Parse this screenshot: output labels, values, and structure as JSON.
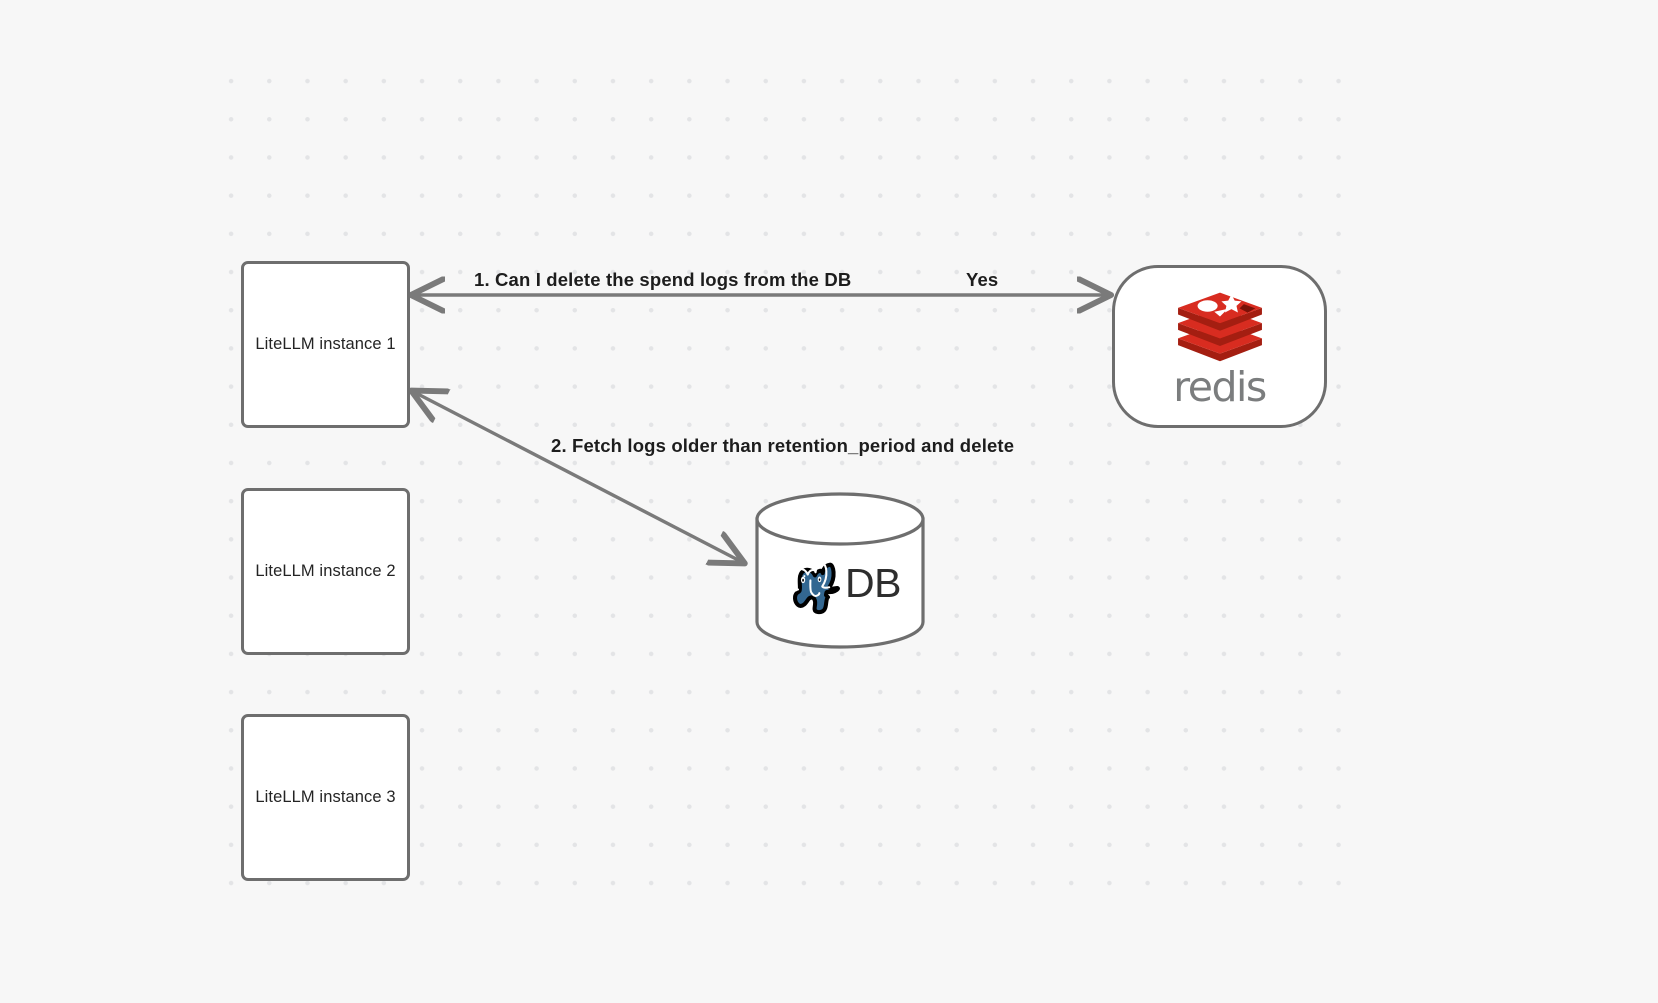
{
  "canvas": {
    "background_color": "#f7f7f7",
    "grid_dot_color": "#e3e4e6",
    "edge_color": "#7a7a7a",
    "node_border_color": "#6e6e6e",
    "node_fill_color": "#ffffff",
    "redis_red": "#d82c20",
    "redis_dark_red": "#a41e11",
    "redis_wordmark_color": "#7b7d7e",
    "postgres_blue": "#336791"
  },
  "nodes": [
    {
      "id": "litellm-1",
      "label": "LiteLLM instance 1",
      "shape": "rounded-rect"
    },
    {
      "id": "litellm-2",
      "label": "LiteLLM instance 2",
      "shape": "rounded-rect"
    },
    {
      "id": "litellm-3",
      "label": "LiteLLM instance 3",
      "shape": "rounded-rect"
    },
    {
      "id": "redis",
      "label": "redis",
      "shape": "stadium",
      "icon": "redis-logo-icon"
    },
    {
      "id": "db",
      "label": "DB",
      "shape": "cylinder",
      "icon": "postgresql-elephant-icon"
    }
  ],
  "edges": [
    {
      "id": "edge-1",
      "from": "litellm-1",
      "to": "redis",
      "direction": "bidirectional",
      "label": "1.  Can I delete the spend logs from the DB",
      "response_label": "Yes"
    },
    {
      "id": "edge-2",
      "from": "db",
      "to": "litellm-1",
      "direction": "bidirectional",
      "label": "2.  Fetch logs older than retention_period and delete"
    }
  ],
  "labels": {
    "step_1": "1.  Can I delete the spend logs from the DB",
    "yes": "Yes",
    "step_2": "2.  Fetch logs older than retention_period and delete",
    "redis_wordmark": "redis",
    "db_text": "DB"
  }
}
